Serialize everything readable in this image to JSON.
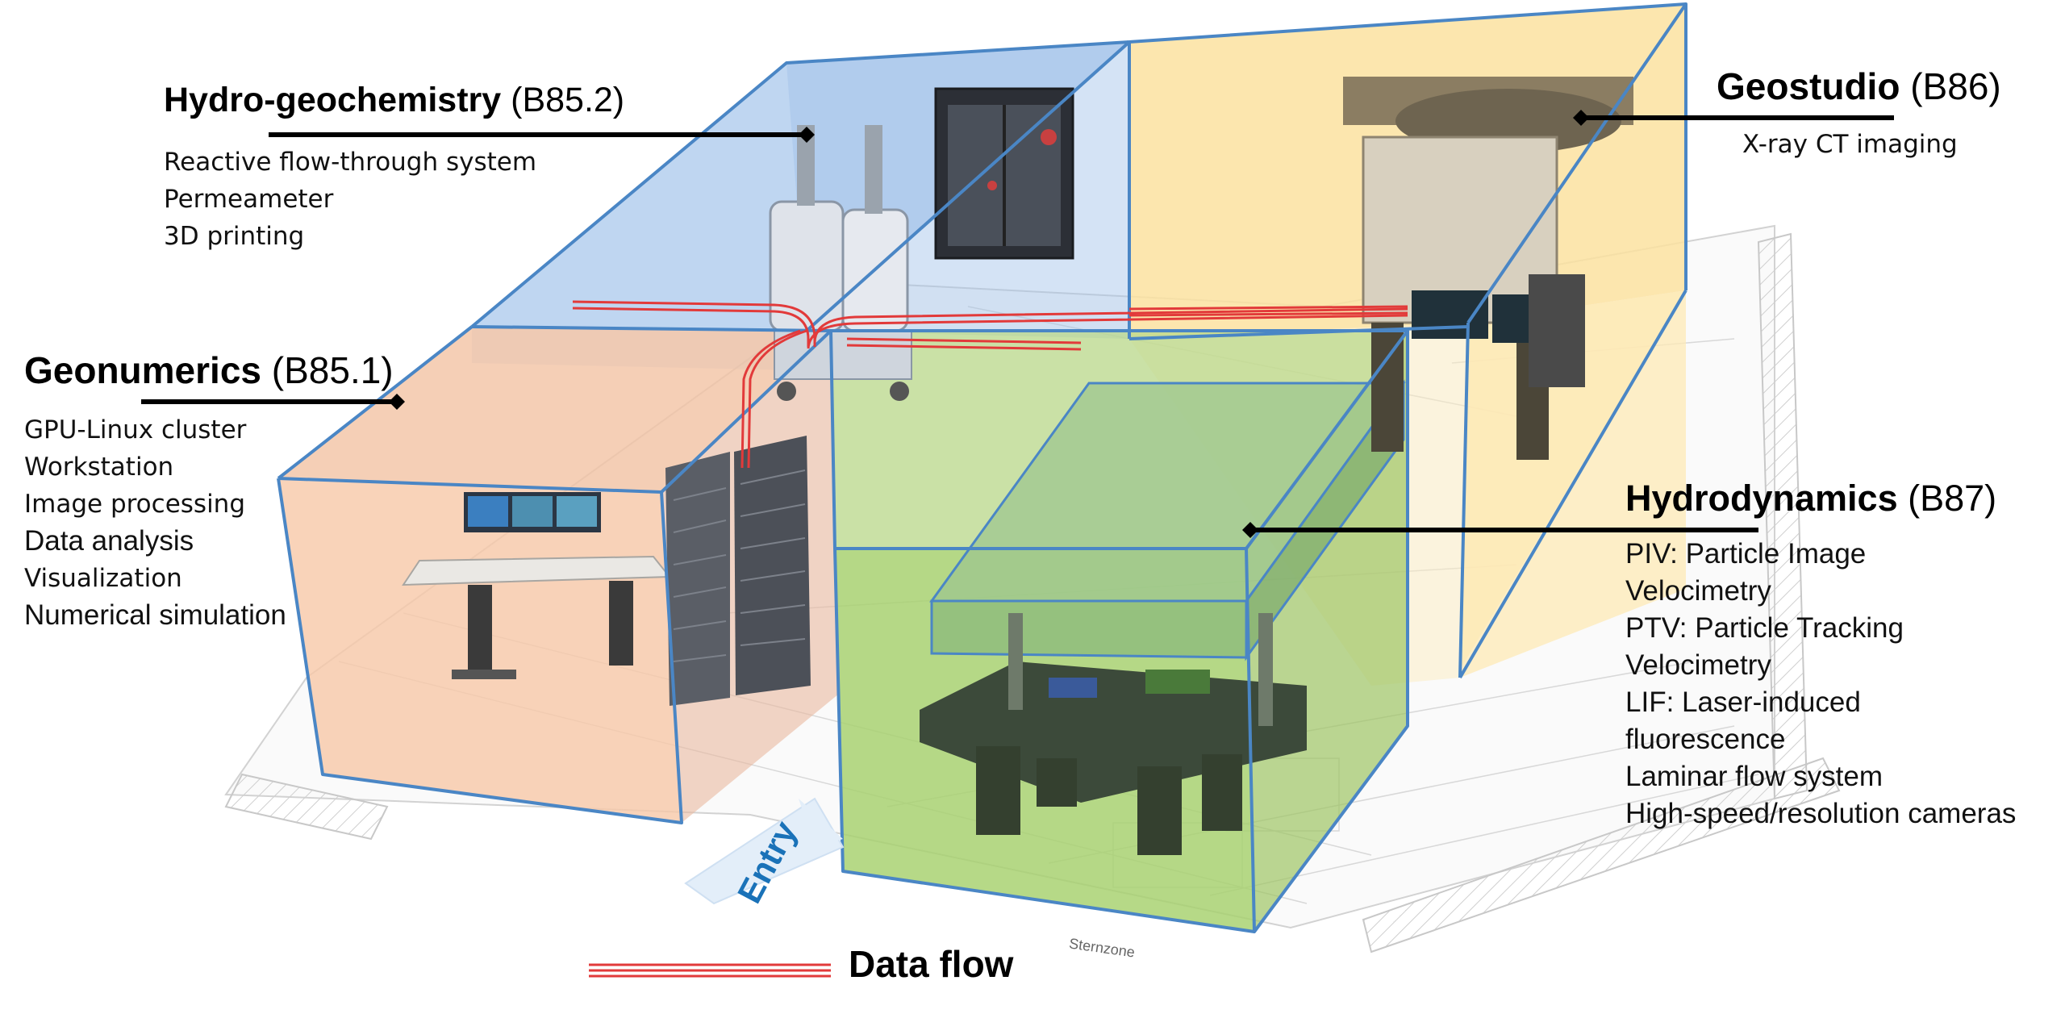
{
  "labs": {
    "hydro_geochemistry": {
      "title": "Hydro-geochemistry",
      "code": " (B85.2)",
      "items": [
        "Reactive flow-through system",
        "Permeameter",
        "3D printing"
      ]
    },
    "geostudio": {
      "title": "Geostudio",
      "code": " (B86)",
      "items": [
        "X-ray CT imaging"
      ]
    },
    "geonumerics": {
      "title": "Geonumerics",
      "code": " (B85.1)",
      "items": [
        "GPU-Linux cluster",
        "Workstation",
        "Image processing",
        "Data analysis",
        "Visualization",
        "Numerical simulation"
      ]
    },
    "hydrodynamics": {
      "title": "Hydrodynamics",
      "code": " (B87)",
      "items": [
        "PIV: Particle Image",
        "Velocimetry",
        "PTV: Particle Tracking",
        "Velocimetry",
        "LIF: Laser-induced",
        "fluorescence",
        "Laminar flow system",
        "High-speed/resolution cameras"
      ]
    }
  },
  "legend": {
    "data_flow": "Data flow"
  },
  "entry": "Entry",
  "floorplan_note": "Sternzone",
  "colors": {
    "geonumerics": "#f6b489",
    "hydro_geochemistry": "#8fb6e3",
    "geostudio": "#fbdc8e",
    "hydrodynamics": "#9ccf62",
    "edge": "#4a86c5",
    "data_flow": "#e23a3a",
    "entry": "#1a72b8"
  }
}
